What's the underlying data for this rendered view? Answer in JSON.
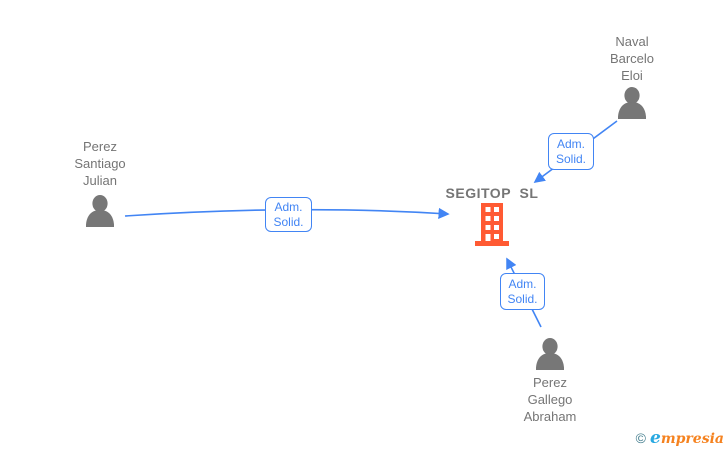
{
  "colors": {
    "accent-blue": "#4285f4",
    "person-gray": "#777777",
    "text-gray": "#757575",
    "building-orange": "#ff5a33",
    "logo-copyright-teal": "#417c8c",
    "logo-e-blue": "#29a9e1",
    "logo-text-orange": "#f5821f"
  },
  "company": {
    "name": "SEGITOP  SL"
  },
  "people": [
    {
      "name": "Perez\nSantiago\nJulian"
    },
    {
      "name": "Naval\nBarcelo\nEloi"
    },
    {
      "name": "Perez\nGallego\nAbraham"
    }
  ],
  "edges": [
    {
      "from": "Perez Santiago Julian",
      "to": "SEGITOP SL",
      "label": "Adm.\nSolid."
    },
    {
      "from": "Naval Barcelo Eloi",
      "to": "SEGITOP SL",
      "label": "Adm.\nSolid."
    },
    {
      "from": "Perez Gallego Abraham",
      "to": "SEGITOP SL",
      "label": "Adm.\nSolid."
    }
  ],
  "watermark": {
    "copyright": "©",
    "brand_first_letter": "e",
    "brand_rest": "mpresia"
  }
}
